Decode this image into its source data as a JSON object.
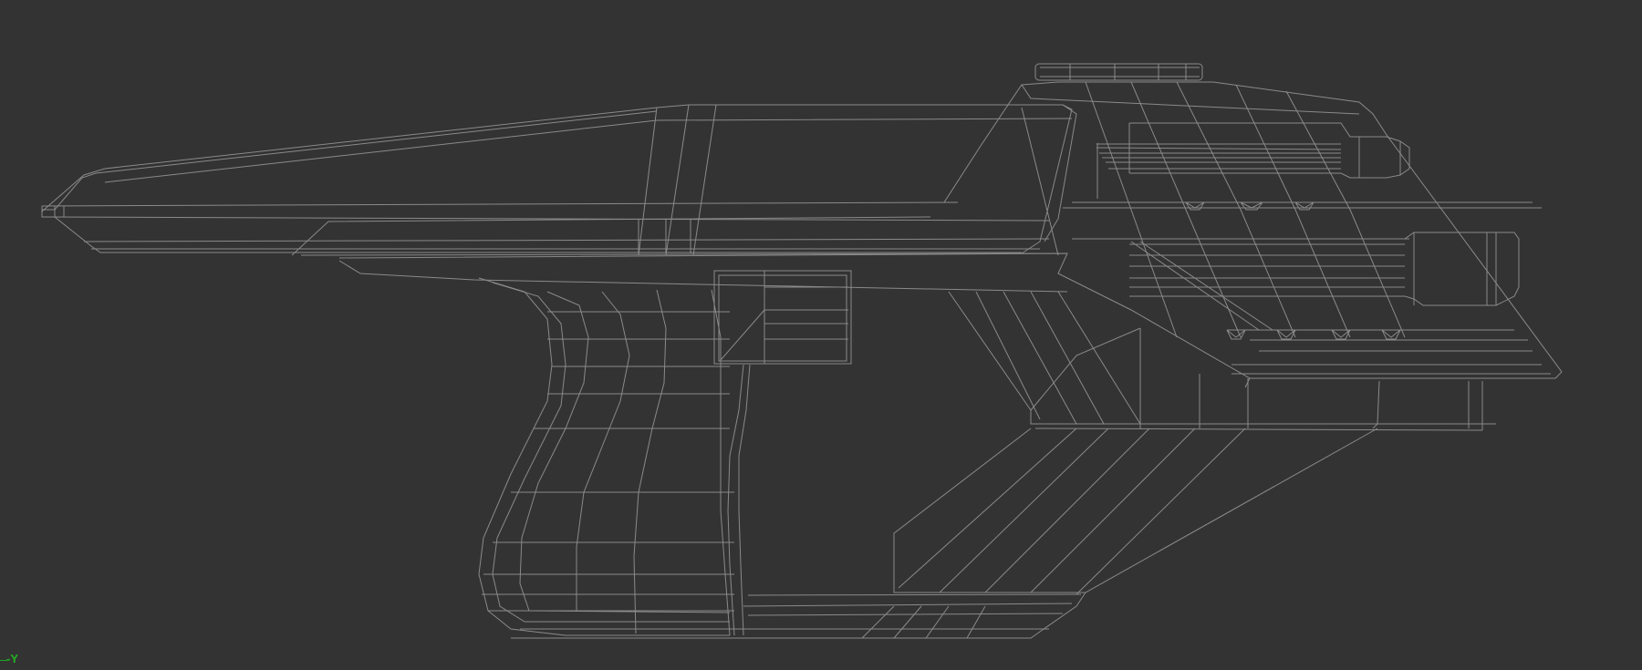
{
  "viewport": {
    "name": "3D wireframe viewport",
    "background_color": "#333333",
    "wire_color": "#8a8a8a",
    "object": "sci-fi pistol wireframe model (side view)",
    "axis_indicator": {
      "label": "-Y",
      "color": "#22b322"
    }
  }
}
